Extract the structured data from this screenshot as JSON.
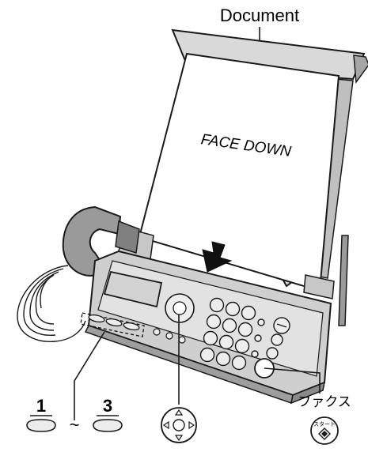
{
  "labels": {
    "document": "Document",
    "paper_text": "FACE DOWN",
    "key_first": "1",
    "key_range": "~",
    "key_last": "3",
    "fax_label": "ファクス",
    "start_key_text": "スタート"
  },
  "icons": {
    "arrow": "down-arrow-icon",
    "navigator": "navigator-key-icon",
    "start": "start-diamond-icon"
  },
  "colors": {
    "outline": "#1a1a1a",
    "fill_light": "#e6e6e6",
    "fill_mid": "#bdbdbd",
    "fill_dark": "#8a8a8a",
    "paper": "#ffffff"
  }
}
